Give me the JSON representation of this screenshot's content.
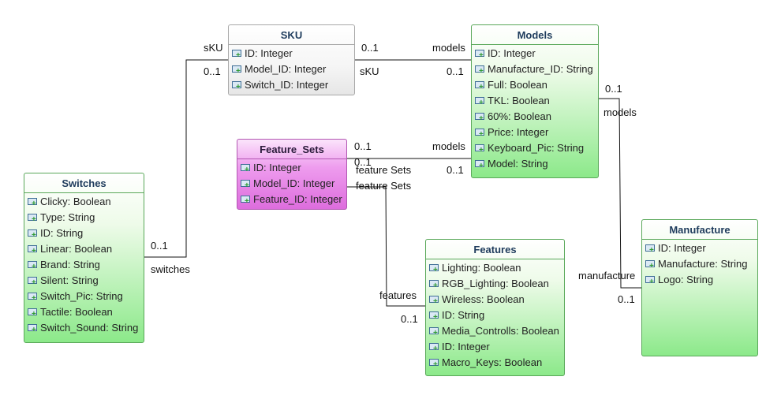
{
  "entities": {
    "sku": {
      "title": "SKU",
      "attrs": [
        "ID: Integer",
        "Model_ID: Integer",
        "Switch_ID: Integer"
      ]
    },
    "models": {
      "title": "Models",
      "attrs": [
        "ID: Integer",
        "Manufacture_ID: String",
        "Full: Boolean",
        "TKL: Boolean",
        "60%: Boolean",
        "Price: Integer",
        "Keyboard_Pic: String",
        "Model: String"
      ]
    },
    "feature_sets": {
      "title": "Feature_Sets",
      "attrs": [
        "ID: Integer",
        "Model_ID: Integer",
        "Feature_ID: Integer"
      ]
    },
    "switches": {
      "title": "Switches",
      "attrs": [
        "Clicky: Boolean",
        "Type: String",
        "ID: String",
        "Linear: Boolean",
        "Brand: String",
        "Silent: String",
        "Switch_Pic: String",
        "Tactile: Boolean",
        "Switch_Sound: String"
      ]
    },
    "features": {
      "title": "Features",
      "attrs": [
        "Lighting: Boolean",
        "RGB_Lighting: Boolean",
        "Wireless: Boolean",
        "ID: String",
        "Media_Controlls: Boolean",
        "ID: Integer",
        "Macro_Keys: Boolean"
      ]
    },
    "manufacture": {
      "title": "Manufacture",
      "attrs": [
        "ID: Integer",
        "Manufacture: String",
        "Logo: String"
      ]
    }
  },
  "labels": {
    "sku_switch_role": "sKU",
    "sku_switch_mult": "0..1",
    "switch_sku_mult": "0..1",
    "switch_sku_role": "switches",
    "sku_models_mult": "0..1",
    "sku_models_role": "sKU",
    "models_sku_role": "models",
    "models_sku_mult": "0..1",
    "models_manu_mult": "0..1",
    "models_manu_role": "models",
    "manu_models_role": "manufacture",
    "manu_models_mult": "0..1",
    "fs_models_mult": "0..1",
    "fs_models_role": "feature Sets",
    "models_fs_role": "models",
    "models_fs_mult": "0..1",
    "fs_features_mult": "0..1",
    "fs_features_role": "feature Sets",
    "features_fs_role": "features",
    "features_fs_mult": "0..1"
  }
}
